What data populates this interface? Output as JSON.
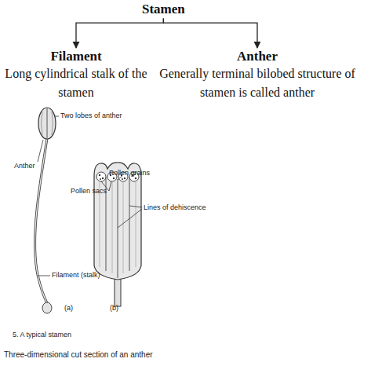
{
  "diagram": {
    "nodes": [
      {
        "text": [
          "Stamen"
        ]
      },
      {
        "text": [
          "Filament",
          "Long cylindrical stalk of the stamen"
        ]
      },
      {
        "text": [
          "Anther",
          "Generally terminal bilobed structure of stamen is called anther"
        ]
      }
    ],
    "edges": [
      {
        "from": 0,
        "to": 1,
        "arrow": "to"
      },
      {
        "from": 0,
        "to": 2,
        "arrow": "to"
      }
    ],
    "labels": [
      "Two lobes of anther",
      "Anther",
      "Pollen grains",
      "Pollen sacs",
      "Lines of dehiscence",
      "Filament (stalk)",
      "(a)",
      "(b)",
      "5. A typical stamen",
      "Three-dimensional cut section of an anther"
    ]
  }
}
